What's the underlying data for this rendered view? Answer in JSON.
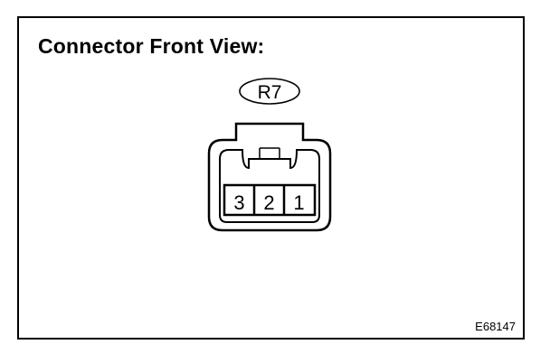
{
  "title": "Connector Front View:",
  "connector_id": "R7",
  "terminals": [
    "3",
    "2",
    "1"
  ],
  "figure_code": "E68147",
  "colors": {
    "line": "#000000",
    "background": "#ffffff"
  }
}
